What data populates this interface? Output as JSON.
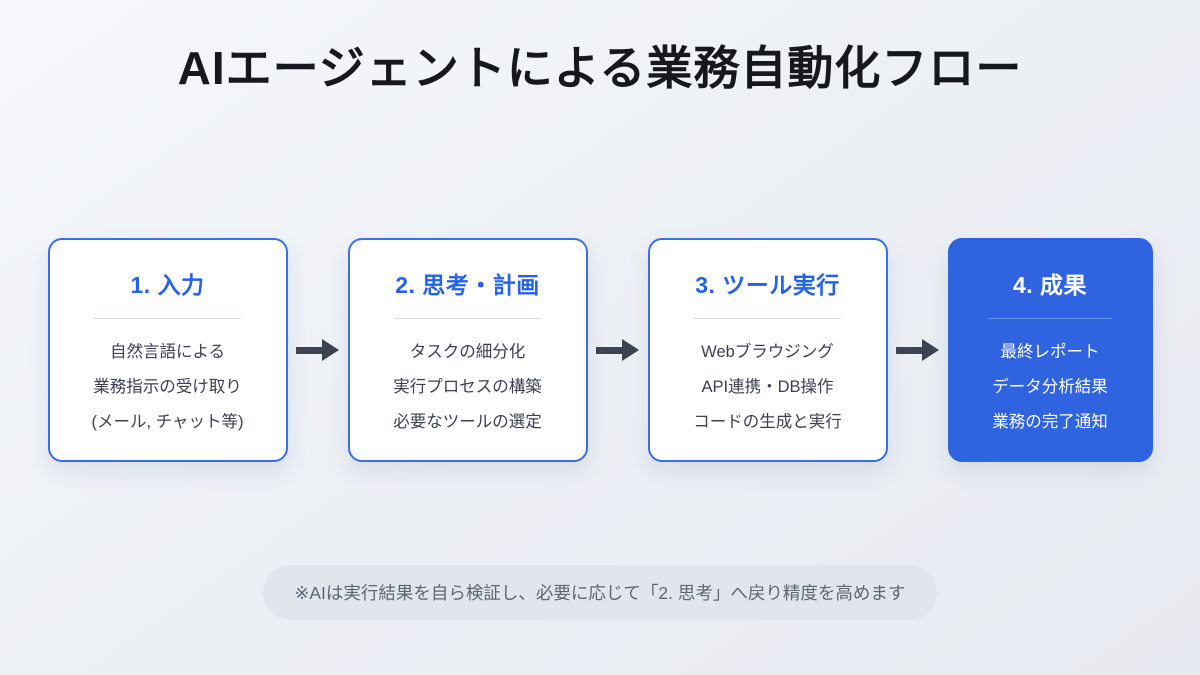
{
  "title": "AIエージェントによる業務自動化フロー",
  "steps": [
    {
      "title": "1. 入力",
      "lines": [
        "自然言語による",
        "業務指示の受け取り",
        "(メール, チャット等)"
      ]
    },
    {
      "title": "2. 思考・計画",
      "lines": [
        "タスクの細分化",
        "実行プロセスの構築",
        "必要なツールの選定"
      ]
    },
    {
      "title": "3. ツール実行",
      "lines": [
        "Webブラウジング",
        "API連携・DB操作",
        "コードの生成と実行"
      ]
    },
    {
      "title": "4. 成果",
      "lines": [
        "最終レポート",
        "データ分析結果",
        "業務の完了通知"
      ]
    }
  ],
  "note": "※AIは実行結果を自ら検証し、必要に応じて「2. 思考」へ戻り精度を高めます",
  "colors": {
    "accent_blue": "#2f63e0",
    "card_border": "#3b6fe8",
    "arrow": "#3d4350",
    "title_text": "#16181d",
    "body_text": "#3a4150",
    "note_bg": "#e2e5eb"
  }
}
